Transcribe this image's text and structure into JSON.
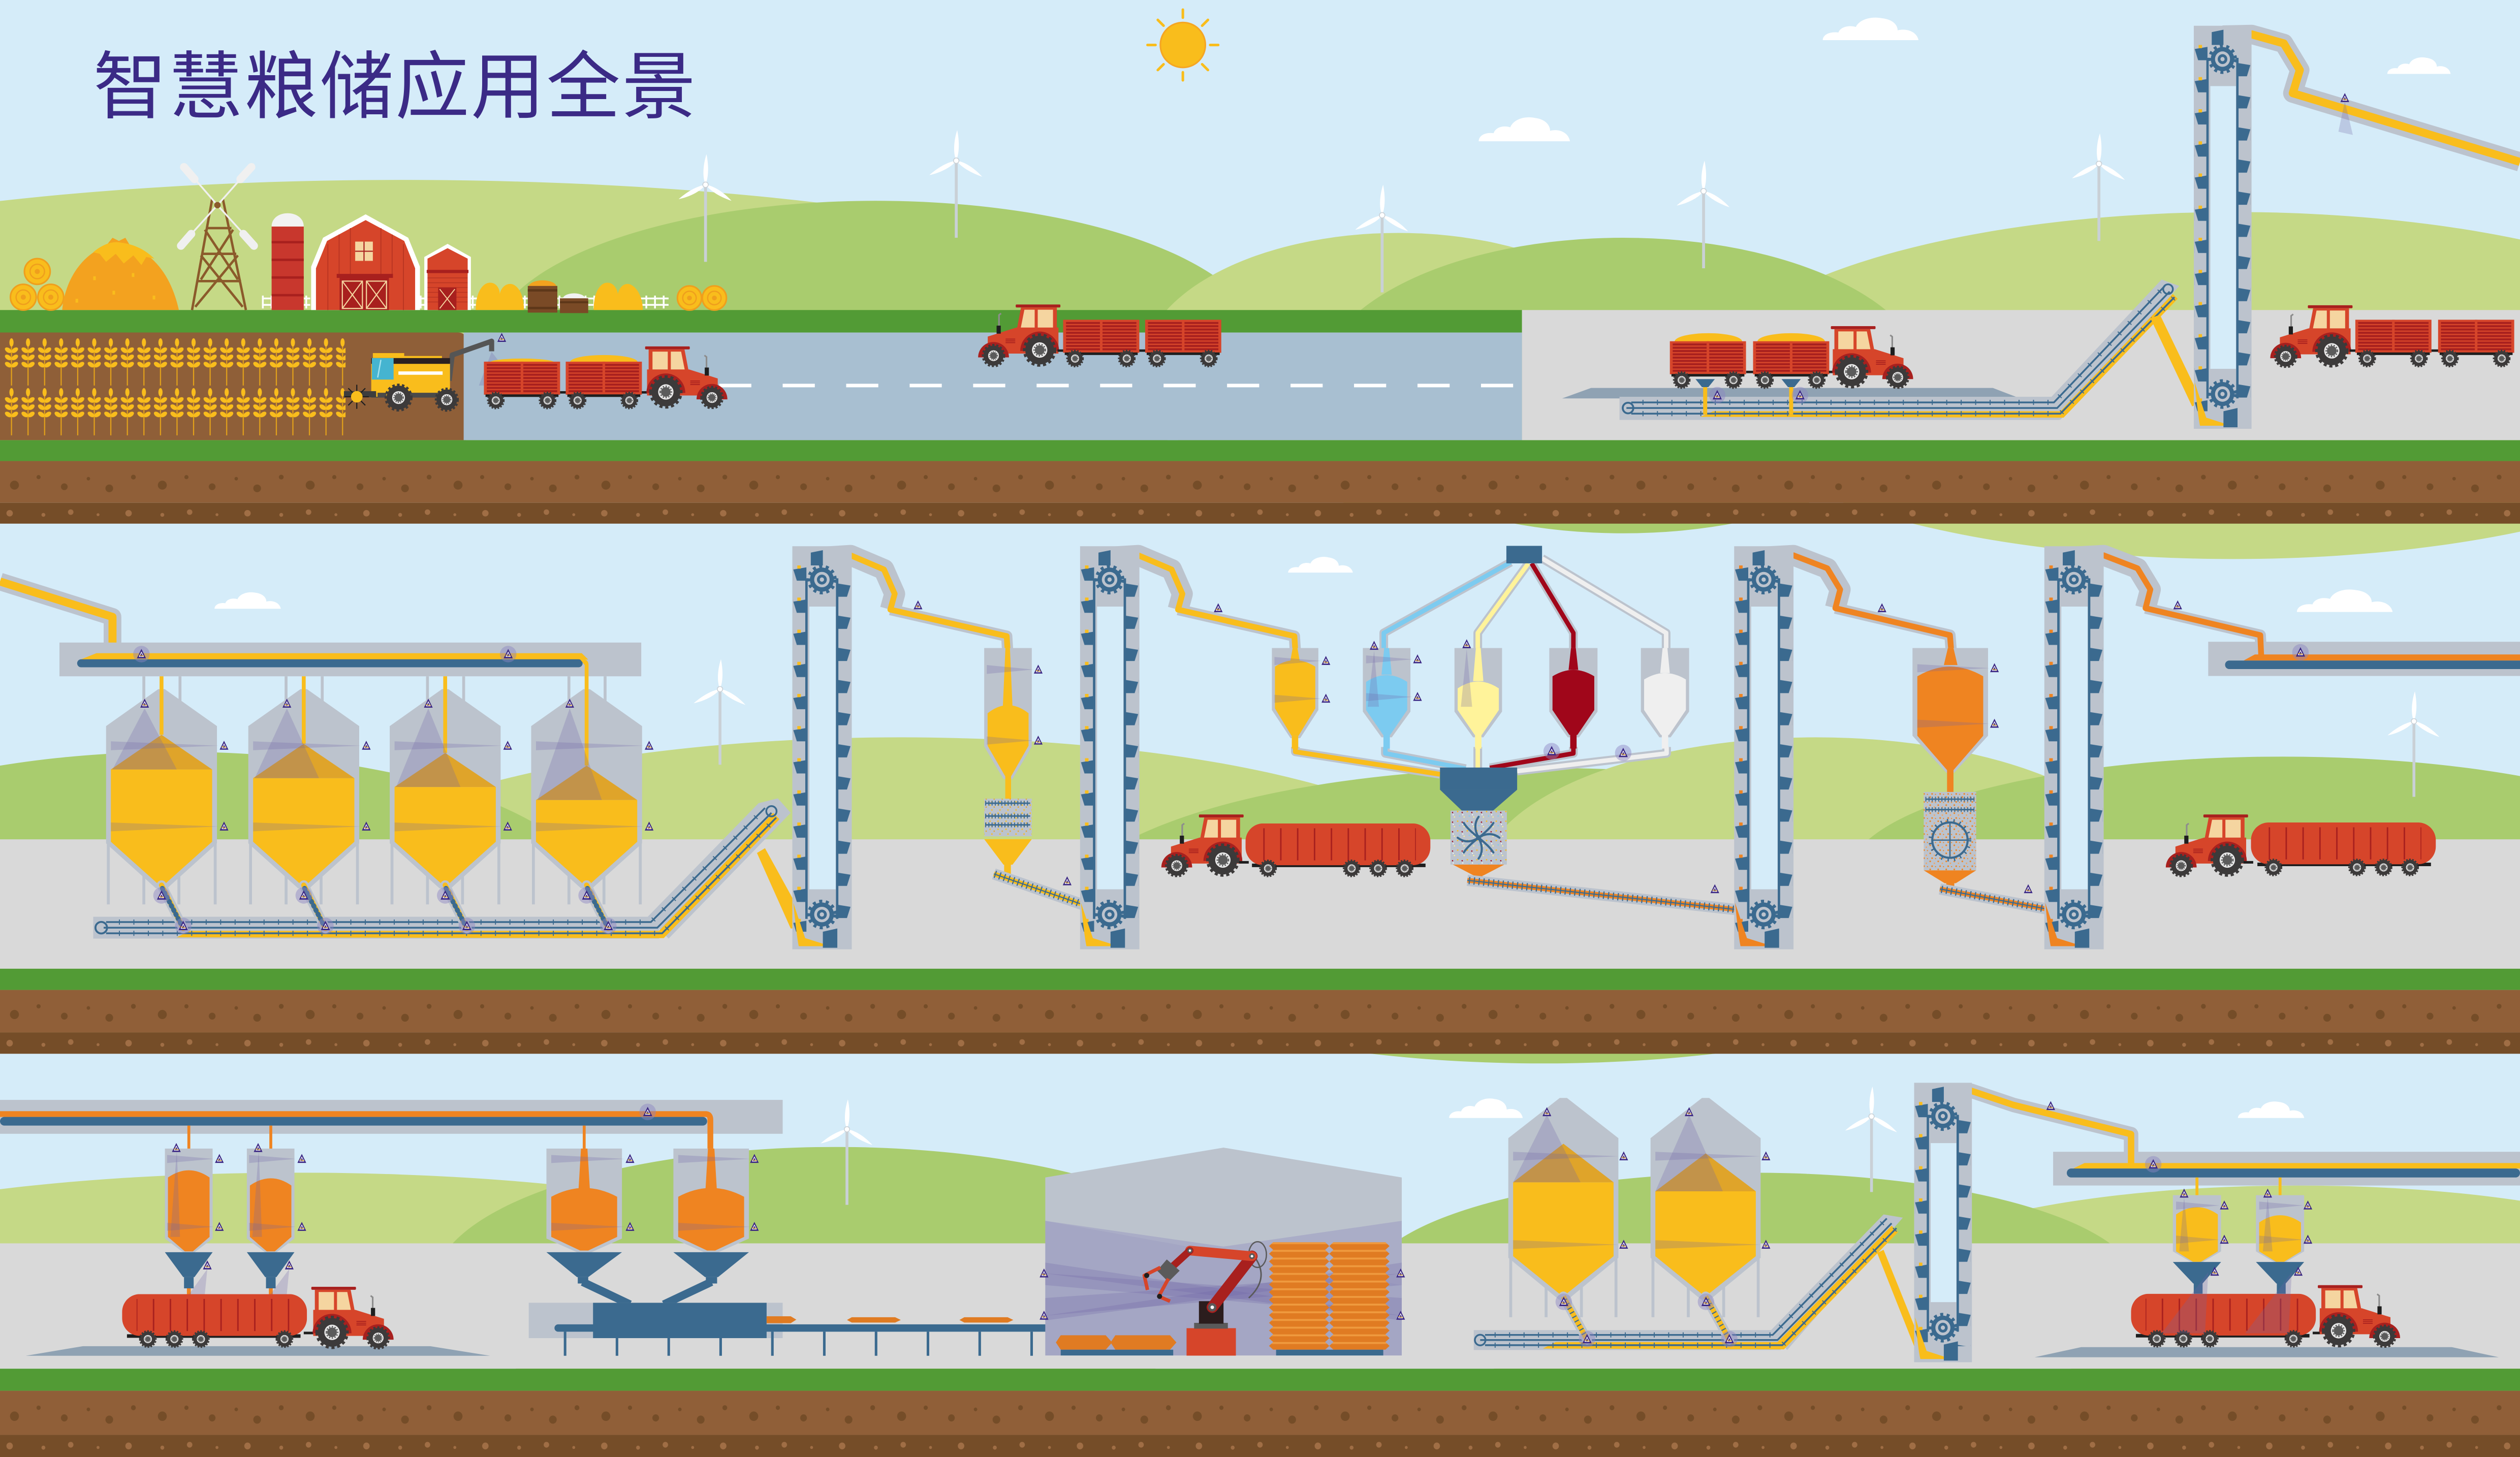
{
  "page": {
    "title": "智慧粮储应用全景"
  },
  "palette": {
    "sky": "#d5ecf9",
    "hill_light": "#c5d986",
    "hill_dark": "#a9cc6e",
    "grass": "#529b35",
    "soil": "#905f38",
    "soil_dark": "#754d28",
    "yard_ground": "#d9d9d9",
    "road": "#a8bfd1",
    "machine_gray": "#bcc3cd",
    "steel_blue": "#3b6a8f",
    "grain_yellow": "#f9bd1c",
    "grain_orange": "#ef8421",
    "vehicle_red": "#d6452a",
    "sensor_purple": "#3a2683",
    "title": "#3b2a86",
    "sun": "#f9bd1c"
  },
  "icons": {
    "sensor": "sensor-icon",
    "sun": "sun-icon",
    "cloud": "cloud-icon",
    "wind_turbine": "wind-turbine-icon",
    "gear": "gear-icon",
    "wheel": "wheel-icon"
  },
  "scene": {
    "row_1": {
      "farm_buildings": 3,
      "combine_harvesters": 1,
      "tractors": 4,
      "box_trailers": 8,
      "bucket_elevators": 1,
      "belt_conveyors": 1,
      "wind_turbines": 5,
      "clouds": 3
    },
    "row_2": {
      "storage_silos": 4,
      "bucket_elevators": 4,
      "process_hoppers": 7,
      "mixers": 1,
      "dryers": 1,
      "cleaners": 1,
      "tractors": 2,
      "tanker_trailers": 2,
      "wind_turbines": 2,
      "clouds": 3
    },
    "row_3": {
      "storage_silos": 2,
      "loading_silos": 6,
      "bucket_elevators": 1,
      "bagging_machines": 1,
      "warehouses": 1,
      "robot_arms": 1,
      "tractors": 2,
      "tanker_trailers": 2,
      "wind_turbines": 2,
      "clouds": 2
    }
  }
}
